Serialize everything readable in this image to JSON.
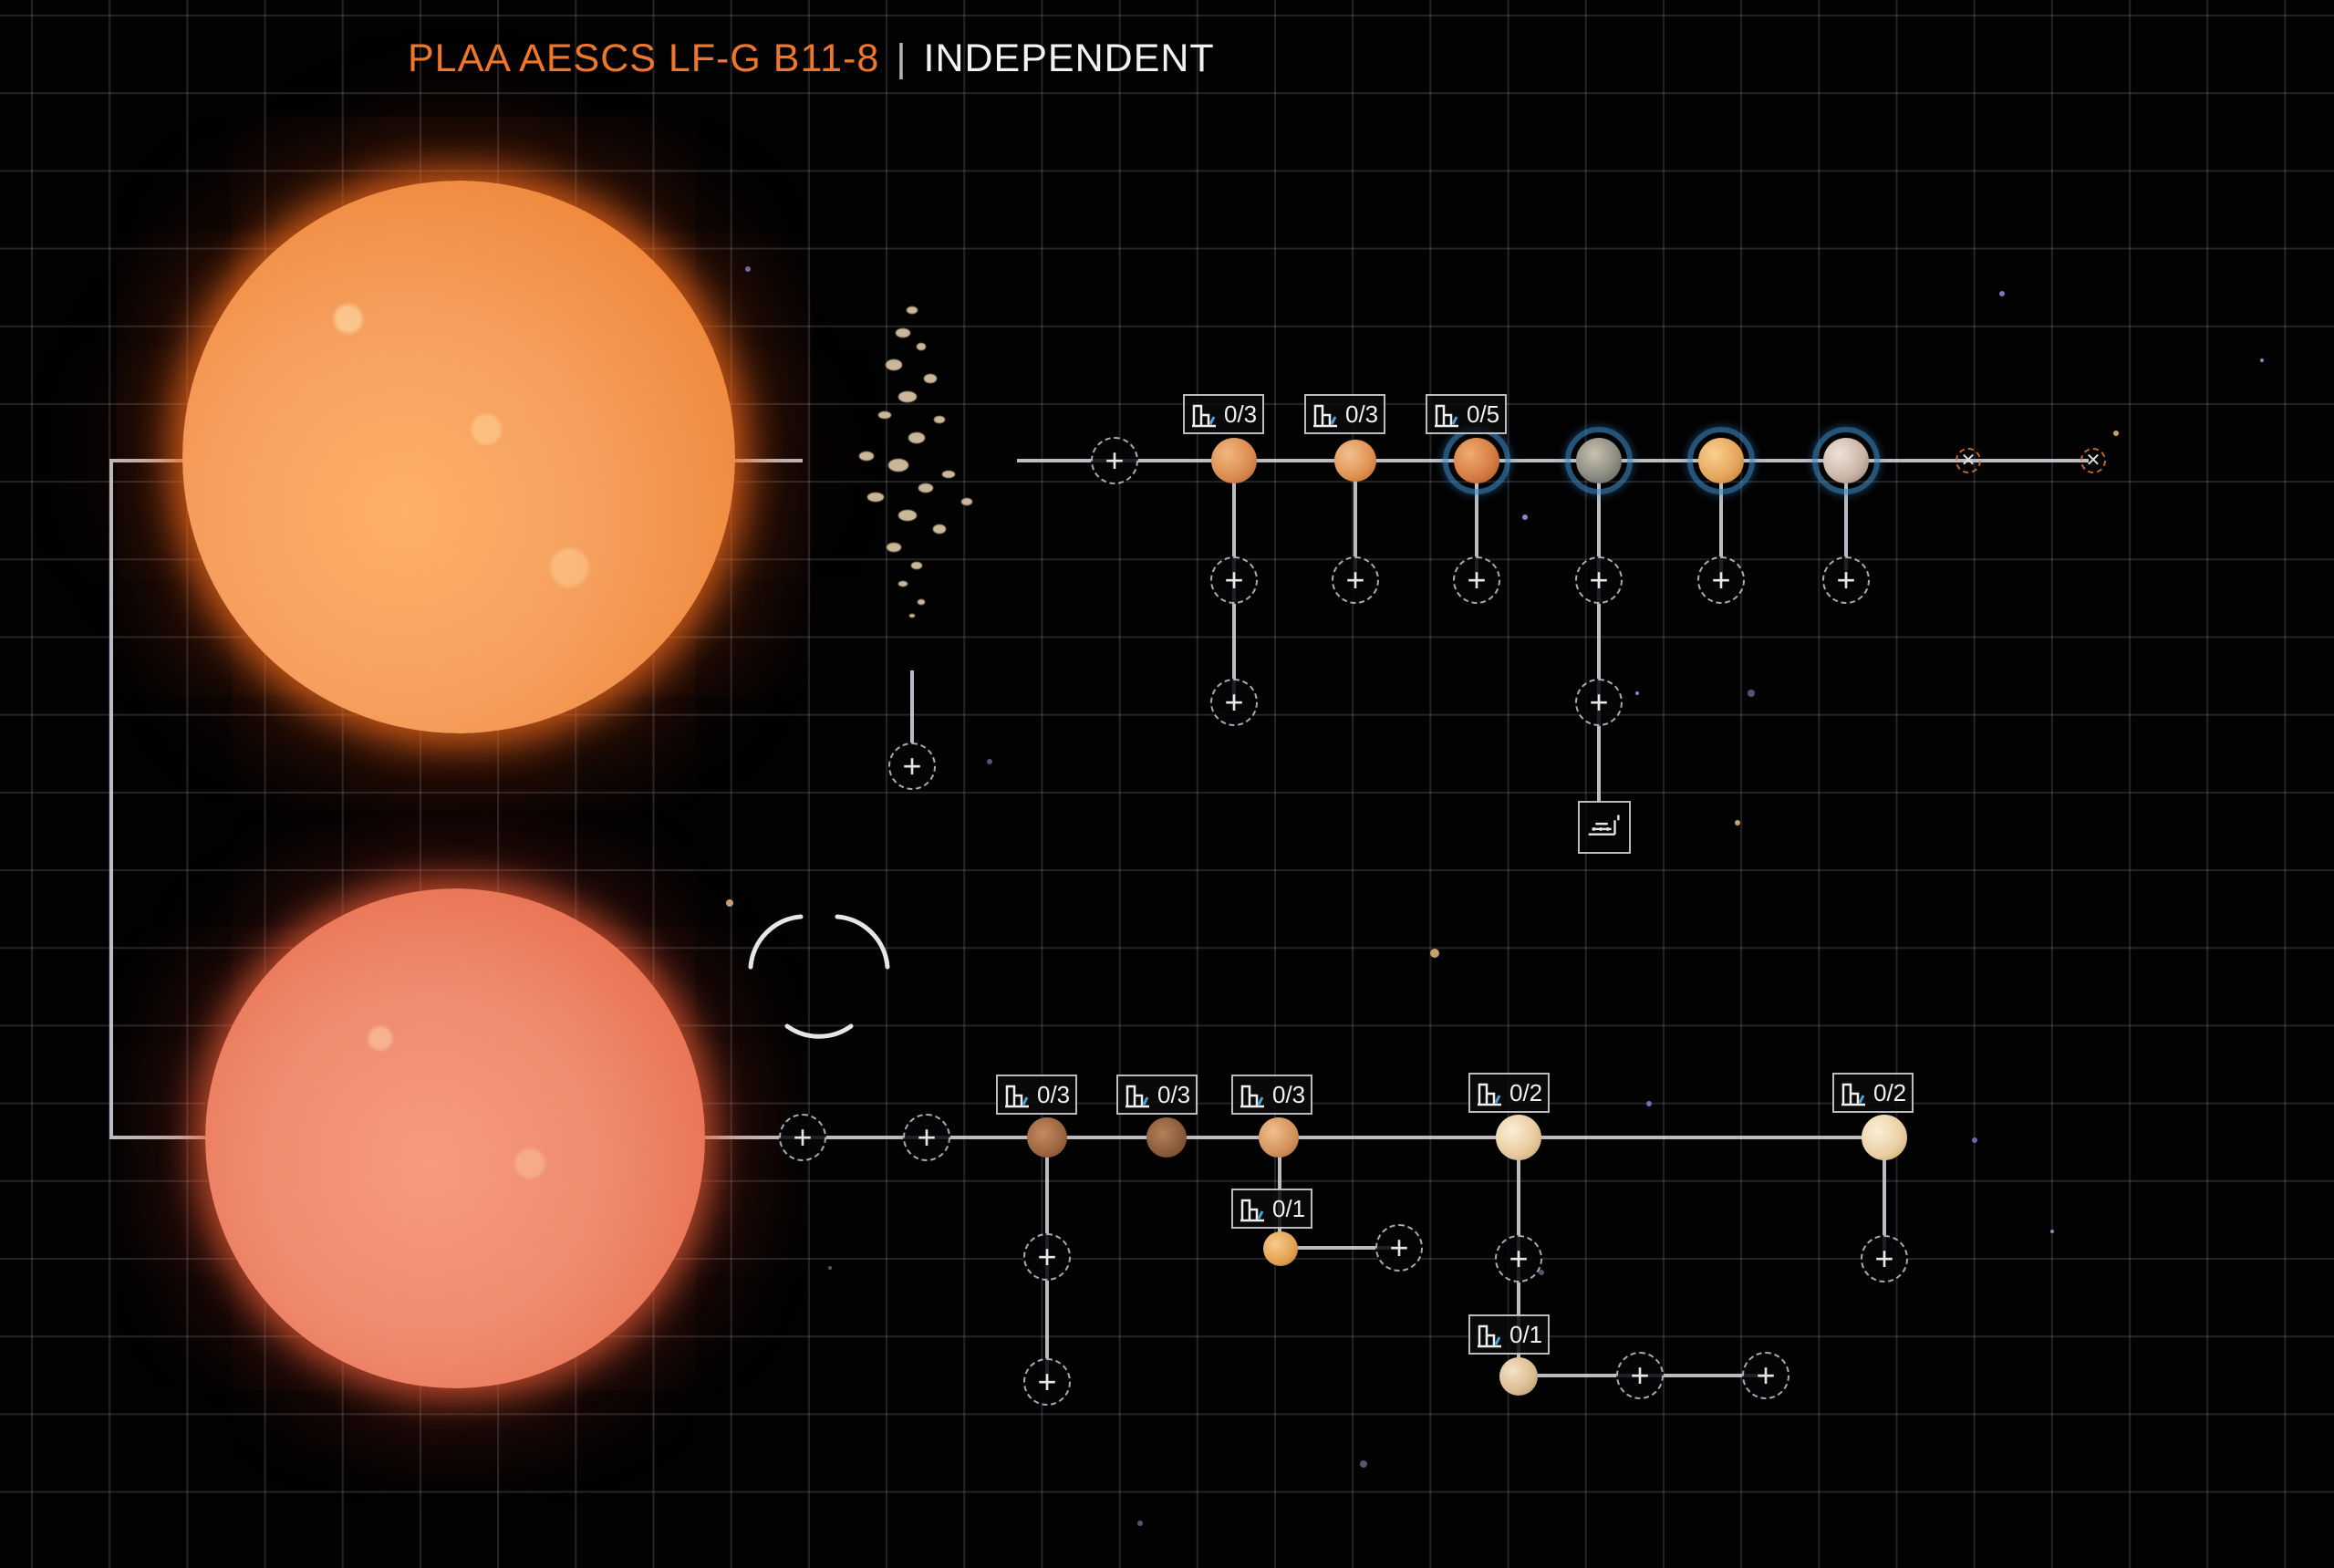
{
  "header": {
    "system_name": "PLAA AESCS LF-G B11-8",
    "separator": "|",
    "allegiance": "INDEPENDENT"
  },
  "colors": {
    "accent_orange": "#f0772a",
    "header_white": "#f2f2f2",
    "grid_line": "#aaaab9",
    "connector_line": "#d0d0d5",
    "highlight_blue": "#3c8cc8"
  },
  "icons": {
    "add": "+",
    "settlement_slot": "settlement-slot-icon",
    "station_slot": "station-slot-icon"
  },
  "bodies": {
    "primary_star": "star-a",
    "secondary_star": "star-b",
    "asteroid_belt": "asteroid-belt"
  },
  "top_planets": [
    {
      "slots": "0/3"
    },
    {
      "slots": "0/3"
    },
    {
      "slots": "0/5"
    },
    {
      "slots": ""
    },
    {
      "slots": ""
    },
    {
      "slots": ""
    }
  ],
  "bottom_planets": [
    {
      "slots": "0/3"
    },
    {
      "slots": "0/3"
    },
    {
      "slots": "0/3"
    },
    {
      "slots": "0/1"
    },
    {
      "slots": "0/2"
    },
    {
      "slots": "0/1"
    },
    {
      "slots": "0/2"
    }
  ]
}
